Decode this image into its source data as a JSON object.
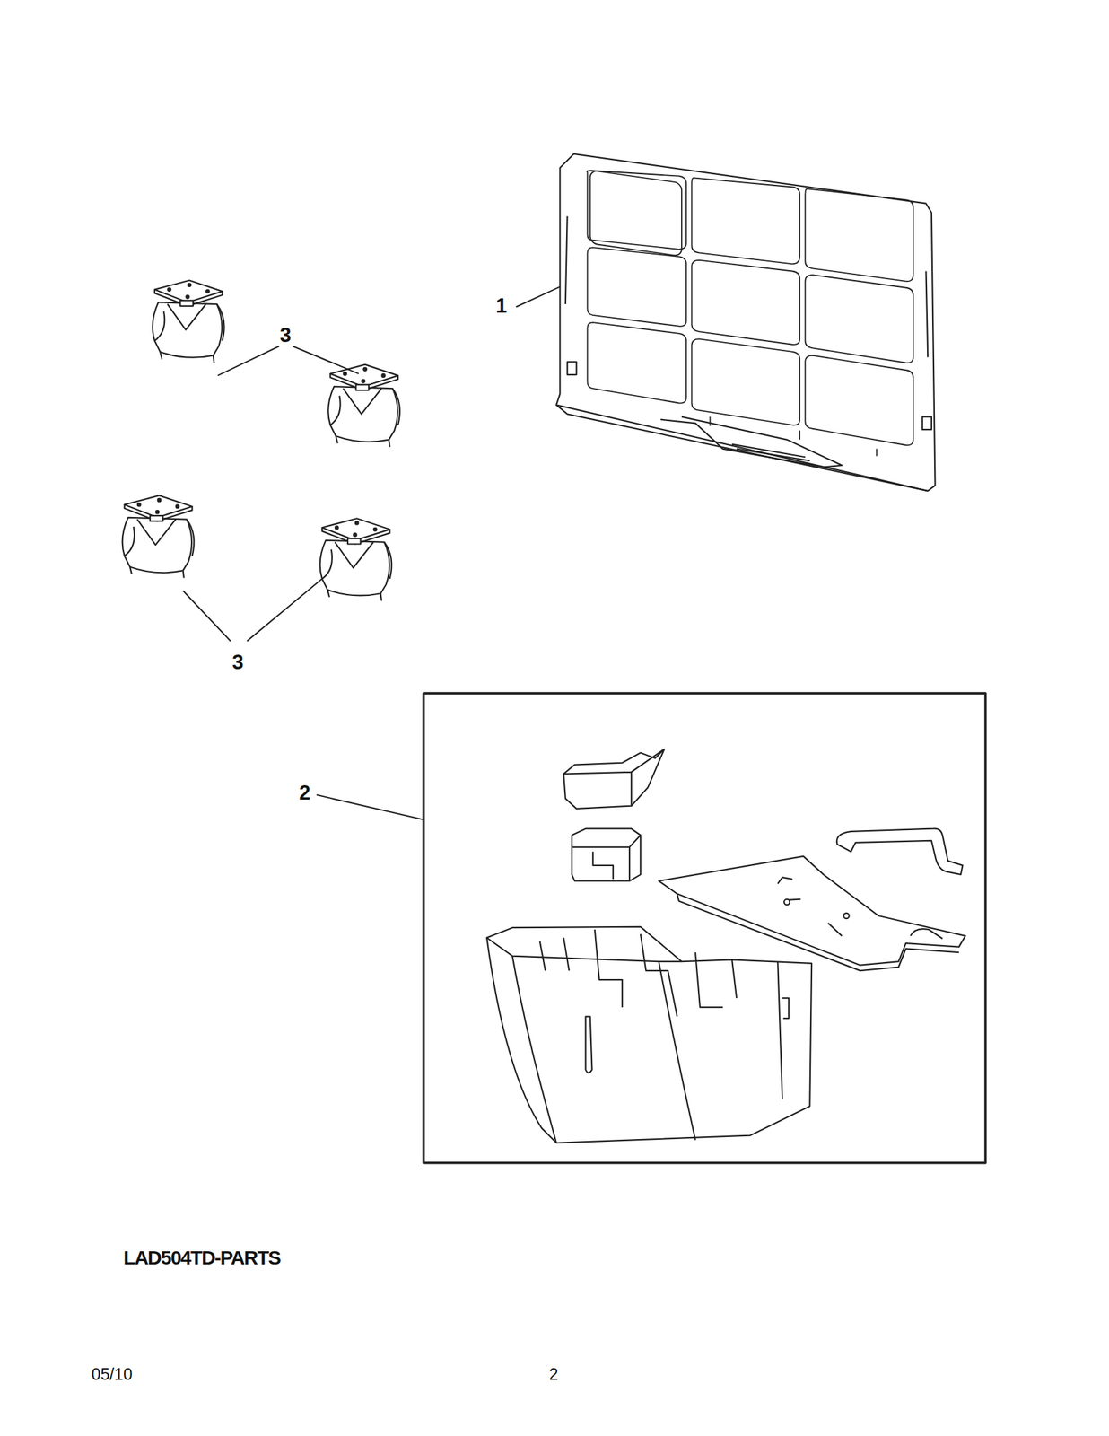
{
  "diagram": {
    "labels": [
      "3",
      "1",
      "3",
      "2",
      "LAD504TD-PARTS",
      "05/10",
      "2"
    ]
  }
}
